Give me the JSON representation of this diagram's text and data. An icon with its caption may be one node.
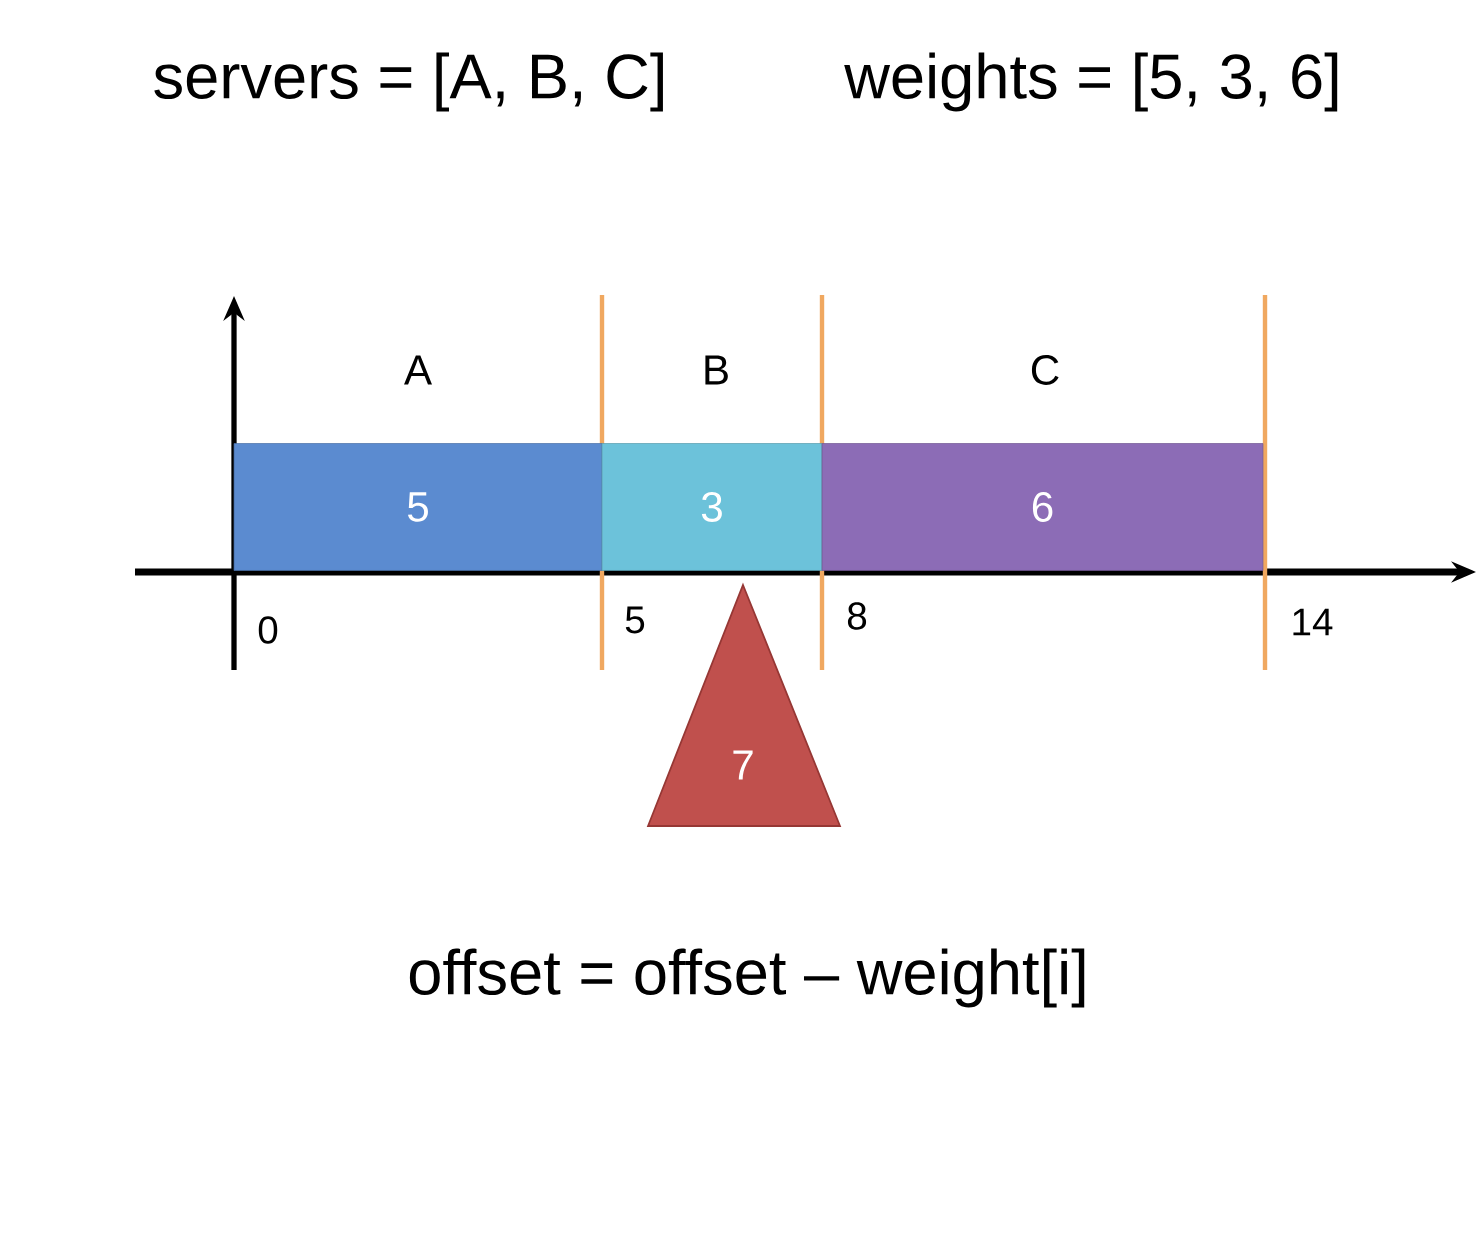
{
  "diagram": {
    "nodes": [
      {
        "text": [
          "5"
        ],
        "beside": [
          "A"
        ]
      },
      {
        "text": [
          "3"
        ],
        "beside": [
          "B"
        ]
      },
      {
        "text": [
          "6"
        ],
        "beside": [
          "C"
        ]
      },
      {
        "text": [
          "7"
        ]
      }
    ],
    "labels": [
      "servers = [A, B, C]",
      "weights = [5, 3, 6]",
      "0",
      "5",
      "8",
      "14",
      "offset = offset – weight[i]"
    ]
  }
}
